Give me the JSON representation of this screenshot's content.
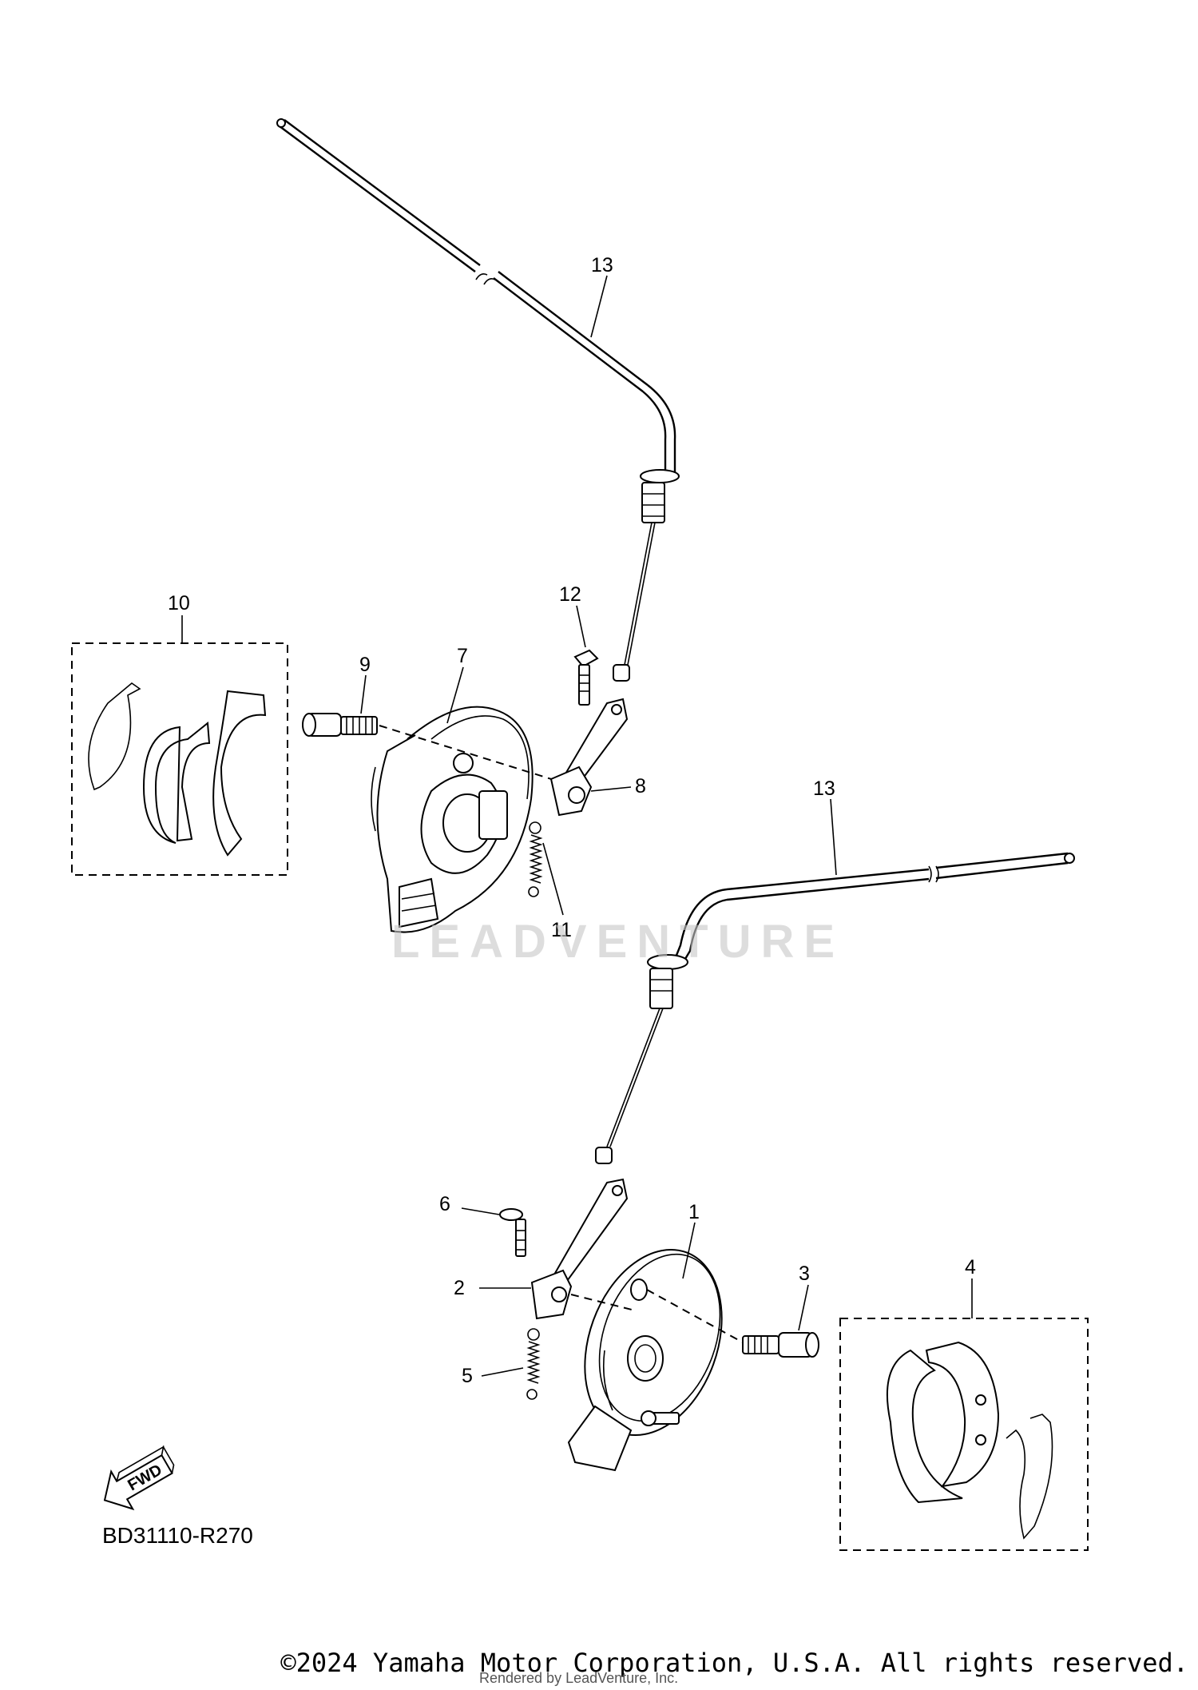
{
  "callouts": {
    "c1": "1",
    "c2": "2",
    "c3": "3",
    "c4": "4",
    "c5": "5",
    "c6": "6",
    "c7": "7",
    "c8": "8",
    "c9": "9",
    "c10": "10",
    "c11": "11",
    "c12": "12",
    "c13a": "13",
    "c13b": "13"
  },
  "fwd_label": "FWD",
  "diagram_code": "BD31110-R270",
  "watermark": "LEADVENTURE",
  "copyright": "©2024 Yamaha Motor Corporation, U.S.A. All rights reserved.",
  "rendered_by": "Rendered by LeadVenture, Inc."
}
